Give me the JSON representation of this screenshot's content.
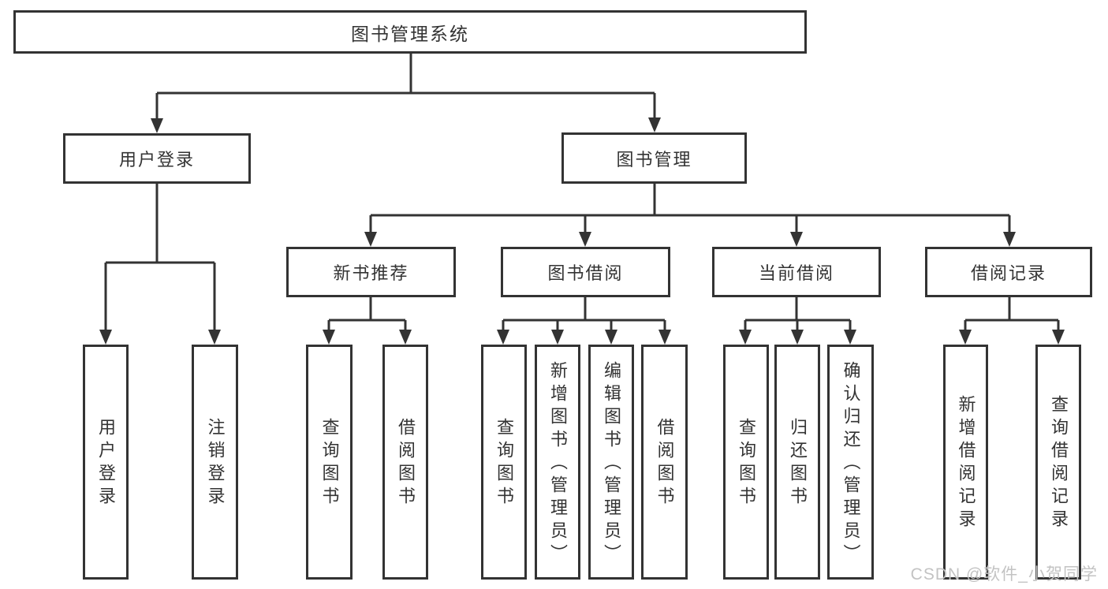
{
  "colors": {
    "line": "#333333",
    "box_border": "#333333",
    "text": "#333333",
    "watermark": "#c3c3c3",
    "background": "#ffffff"
  },
  "root": {
    "label": "图书管理系统"
  },
  "level2": [
    {
      "label": "用户登录"
    },
    {
      "label": "图书管理"
    }
  ],
  "level3": [
    {
      "label": "新书推荐"
    },
    {
      "label": "图书借阅"
    },
    {
      "label": "当前借阅"
    },
    {
      "label": "借阅记录"
    }
  ],
  "leaves": {
    "user_login": [
      "用户登录",
      "注销登录"
    ],
    "new_book": [
      "查询图书",
      "借阅图书"
    ],
    "borrow": [
      "查询图书",
      "新增图书（管理员）",
      "编辑图书（管理员）",
      "借阅图书"
    ],
    "current": [
      "查询图书",
      "归还图书",
      "确认归还（管理员）"
    ],
    "records": [
      "新增借阅记录",
      "查询借阅记录"
    ]
  },
  "watermark": {
    "text": "CSDN @软件_小贺同学"
  }
}
